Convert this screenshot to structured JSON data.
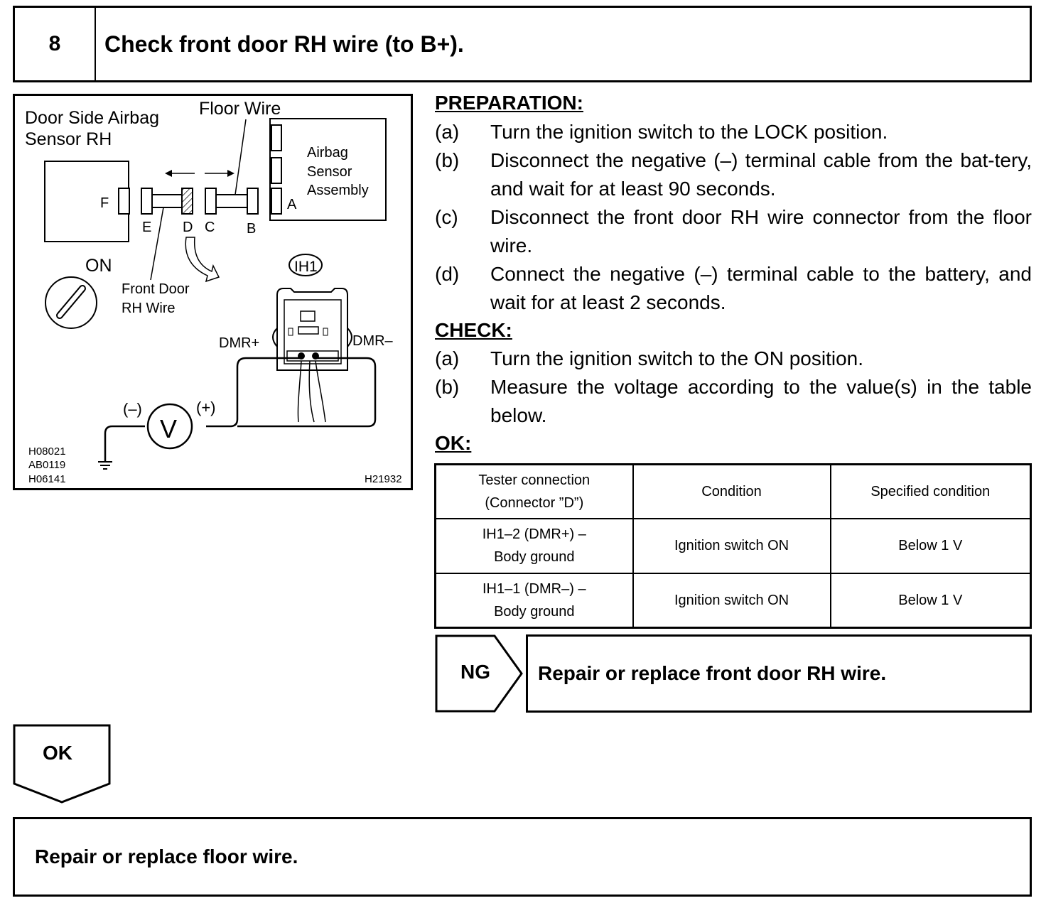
{
  "header": {
    "step_number": "8",
    "title": "Check front door RH wire (to B+)."
  },
  "diagram": {
    "labels": {
      "door_sensor_line1": "Door Side Airbag",
      "door_sensor_line2": "Sensor RH",
      "floor_wire": "Floor Wire",
      "airbag_assembly_line1": "Airbag",
      "airbag_assembly_line2": "Sensor",
      "airbag_assembly_line3": "Assembly",
      "conn_f": "F",
      "conn_e": "E",
      "conn_d": "D",
      "conn_c": "C",
      "conn_b": "B",
      "conn_a": "A",
      "on": "ON",
      "front_door_line1": "Front Door",
      "front_door_line2": "RH Wire",
      "connector_id": "IH1",
      "dmr_plus": "DMR+",
      "dmr_minus": "DMR–",
      "minus": "(–)",
      "plus": "(+)",
      "voltmeter": "V",
      "code1": "H08021",
      "code2": "AB0119",
      "code3": "H06141",
      "code4": "H21932"
    }
  },
  "preparation": {
    "heading": "PREPARATION:",
    "steps": [
      {
        "label": "(a)",
        "text": "Turn the ignition switch to the LOCK position."
      },
      {
        "label": "(b)",
        "text": "Disconnect the negative (–) terminal cable from the bat-tery, and wait for at least 90 seconds."
      },
      {
        "label": "(c)",
        "text": "Disconnect the front door RH wire connector from the floor wire."
      },
      {
        "label": "(d)",
        "text": "Connect the negative (–) terminal cable to the battery, and wait for at least 2 seconds."
      }
    ]
  },
  "check": {
    "heading": "CHECK:",
    "steps": [
      {
        "label": "(a)",
        "text": "Turn the ignition switch to the ON position."
      },
      {
        "label": "(b)",
        "text": "Measure the voltage according to the value(s) in the table below."
      }
    ]
  },
  "ok_heading": "OK:",
  "table": {
    "headers": [
      "Tester connection",
      "(Connector ”D”)",
      "Condition",
      "Specified condition"
    ],
    "rows": [
      {
        "conn1": "IH1–2 (DMR+) –",
        "conn2": "Body ground",
        "condition": "Ignition switch ON",
        "spec": "Below 1 V"
      },
      {
        "conn1": "IH1–1 (DMR–) –",
        "conn2": "Body ground",
        "condition": "Ignition switch ON",
        "spec": "Below 1 V"
      }
    ]
  },
  "ng": {
    "label": "NG",
    "text": "Repair or replace front door RH wire."
  },
  "ok": {
    "label": "OK",
    "text": "Repair or replace floor wire."
  }
}
